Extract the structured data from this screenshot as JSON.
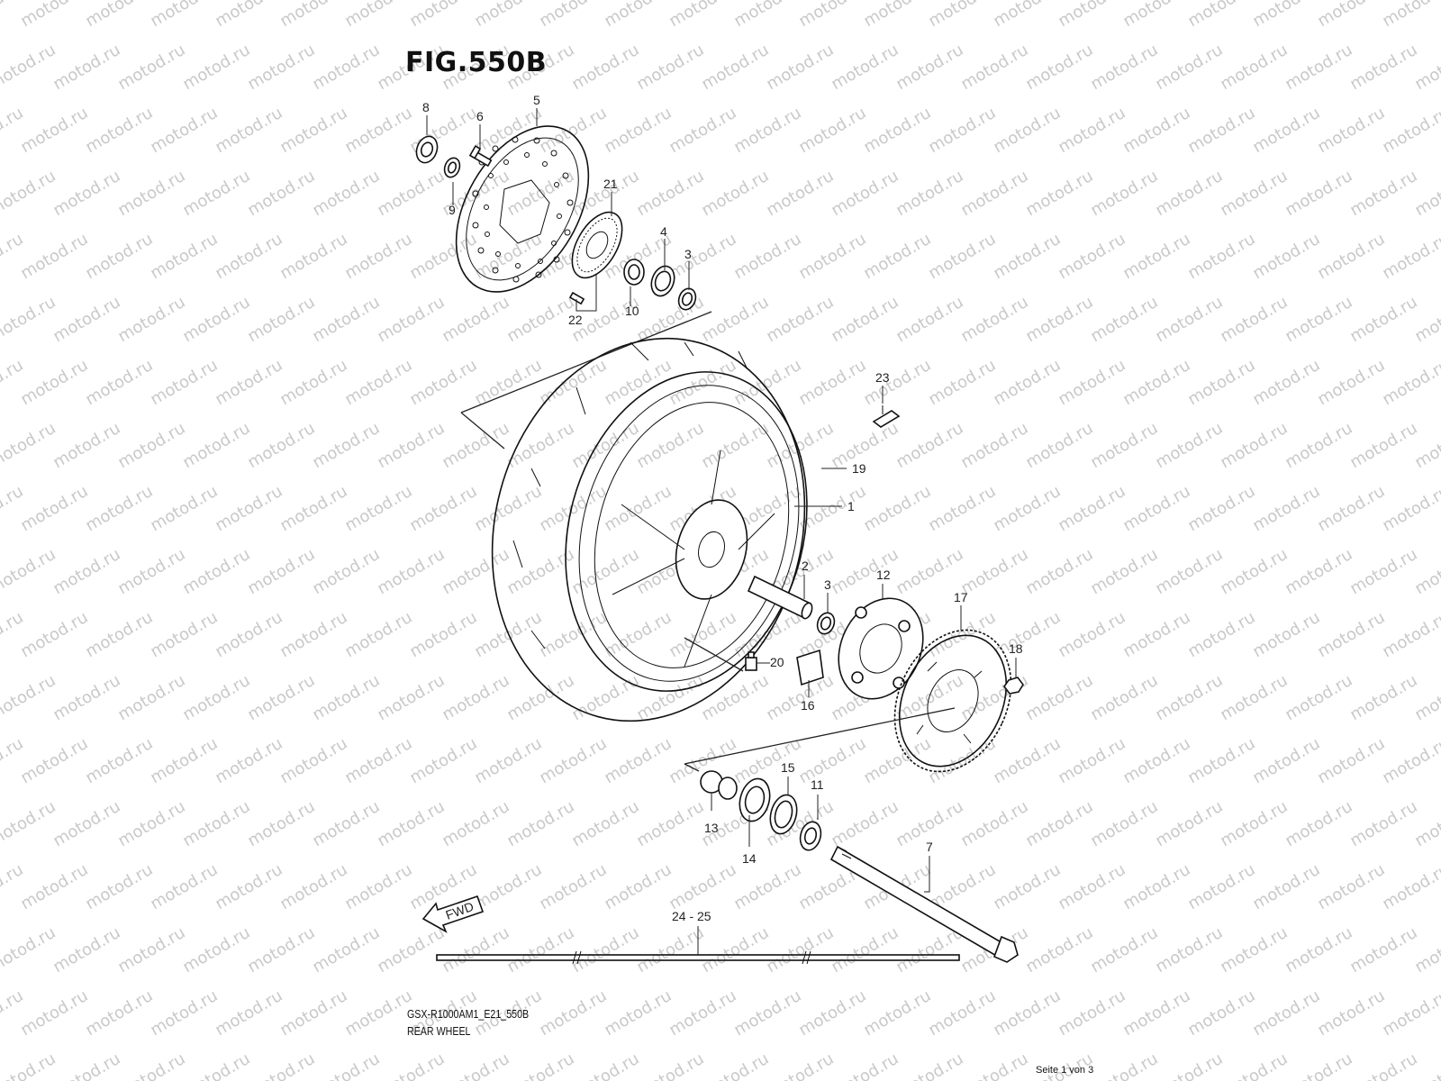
{
  "figure": {
    "title": "FIG.550B",
    "model_code": "GSX-R1000AM1_E21_550B",
    "name": "REAR WHEEL",
    "page": "Seite 1 von 3"
  },
  "watermark": "motod.ru",
  "fwd_arrow": "FWD",
  "callouts": {
    "c1": "1",
    "c2": "2",
    "c3a": "3",
    "c3b": "3",
    "c4": "4",
    "c5": "5",
    "c6": "6",
    "c7": "7",
    "c8": "8",
    "c9": "9",
    "c10": "10",
    "c11": "11",
    "c12": "12",
    "c13": "13",
    "c14": "14",
    "c15": "15",
    "c16": "16",
    "c17": "17",
    "c18": "18",
    "c19": "19",
    "c20": "20",
    "c21": "21",
    "c22": "22",
    "c23": "23",
    "c24": "24 - 25"
  },
  "colors": {
    "line": "#111111",
    "watermark": "#c9c9c9",
    "background": "#ffffff"
  }
}
